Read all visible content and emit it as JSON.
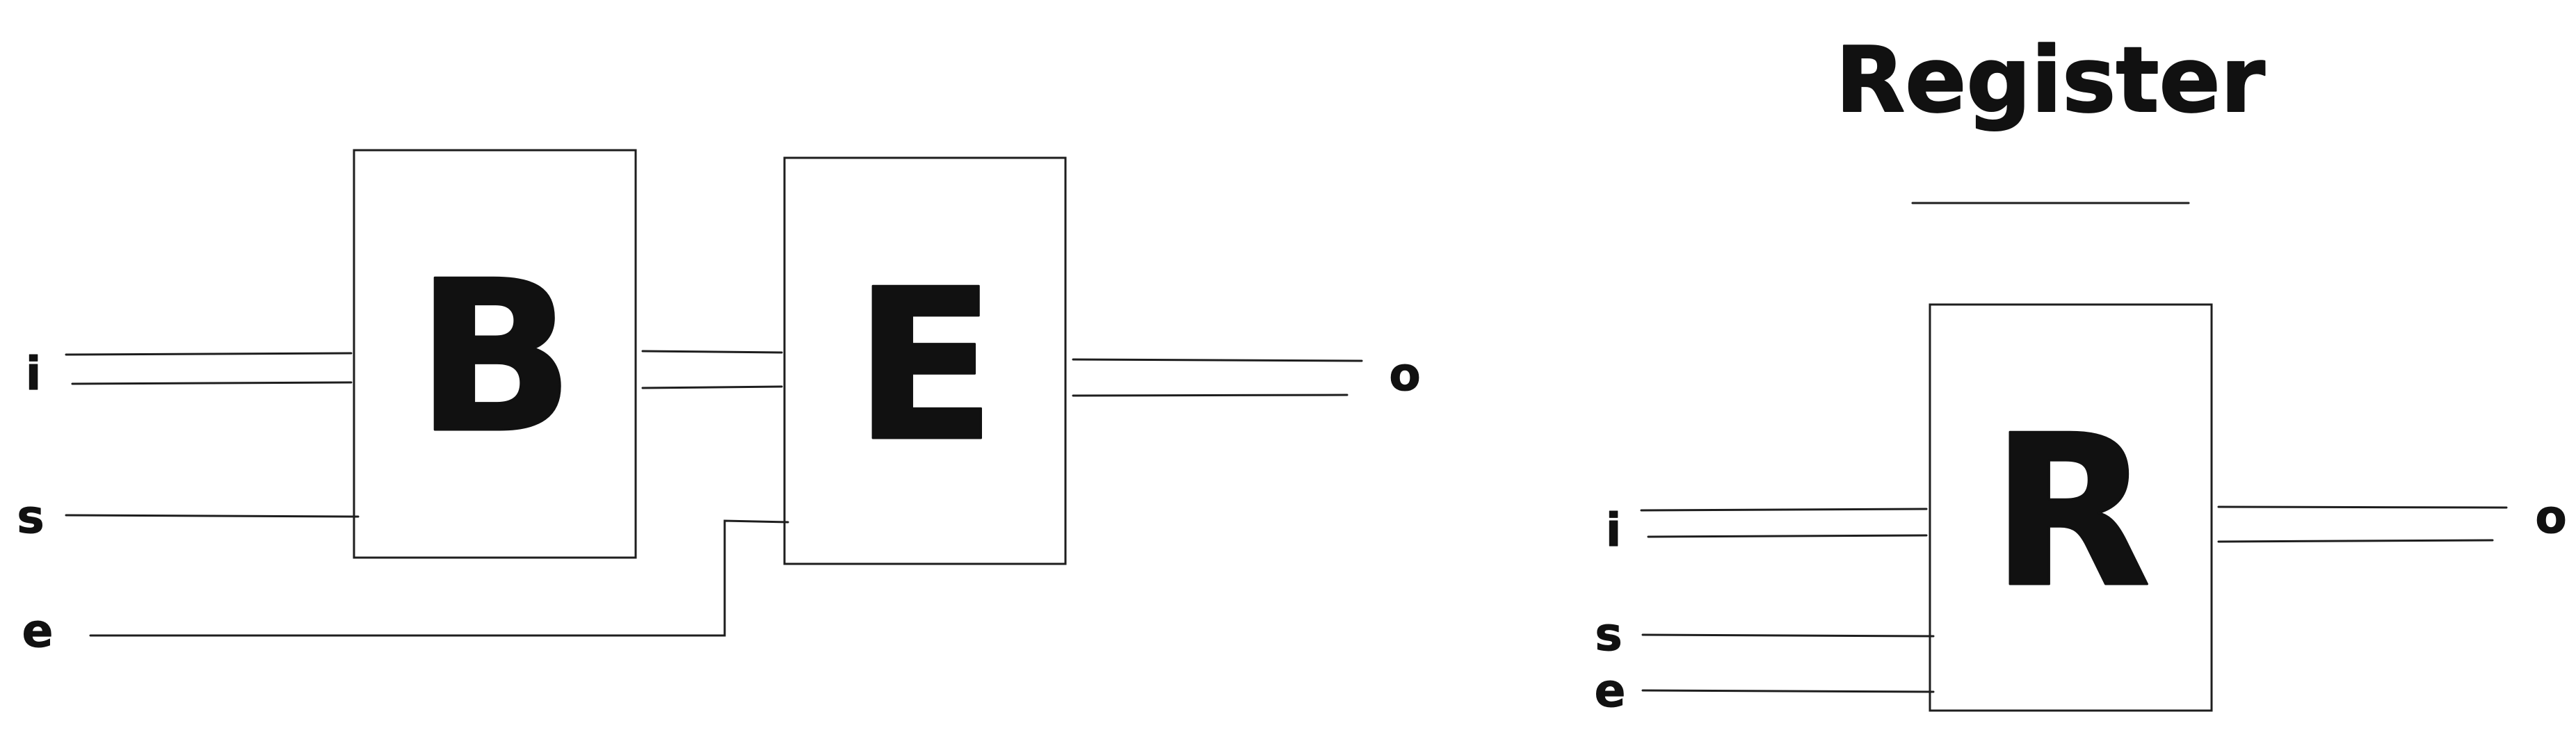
{
  "title": "Register",
  "left_circuit": {
    "inputs": [
      "i",
      "s",
      "e"
    ],
    "output": "o",
    "block_1": "B",
    "block_2": "E"
  },
  "right_circuit": {
    "inputs": [
      "i",
      "s",
      "e"
    ],
    "output": "o",
    "block": "R"
  },
  "colors": {
    "ink": "#1e1e1e",
    "background": "#ffffff"
  }
}
